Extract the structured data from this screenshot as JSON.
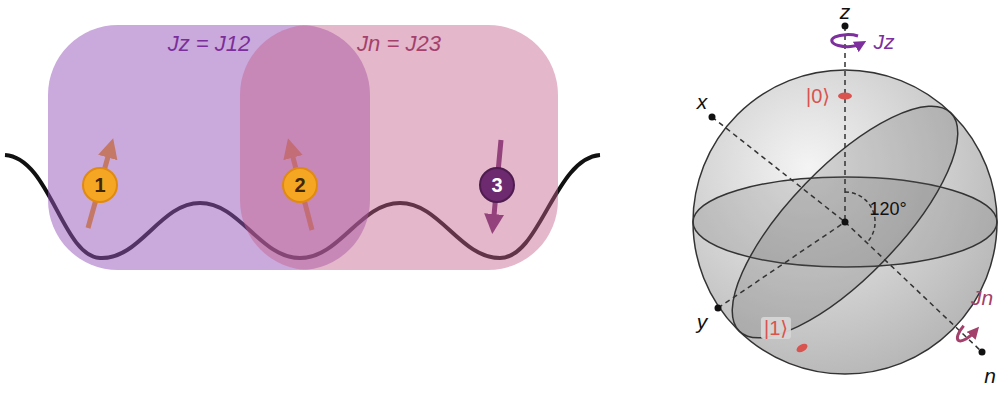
{
  "diagram": {
    "nodes": [
      {
        "text": [
          "Jz = J12"
        ]
      },
      {
        "text": [
          "Jn = J23"
        ]
      },
      {
        "text": [
          "1"
        ]
      },
      {
        "text": [
          "2"
        ]
      },
      {
        "text": [
          "3"
        ]
      }
    ],
    "labels": [
      "z",
      "x",
      "y",
      "n",
      "|0⟩",
      "|1⟩",
      "120°",
      "Jz",
      "Jn"
    ]
  }
}
